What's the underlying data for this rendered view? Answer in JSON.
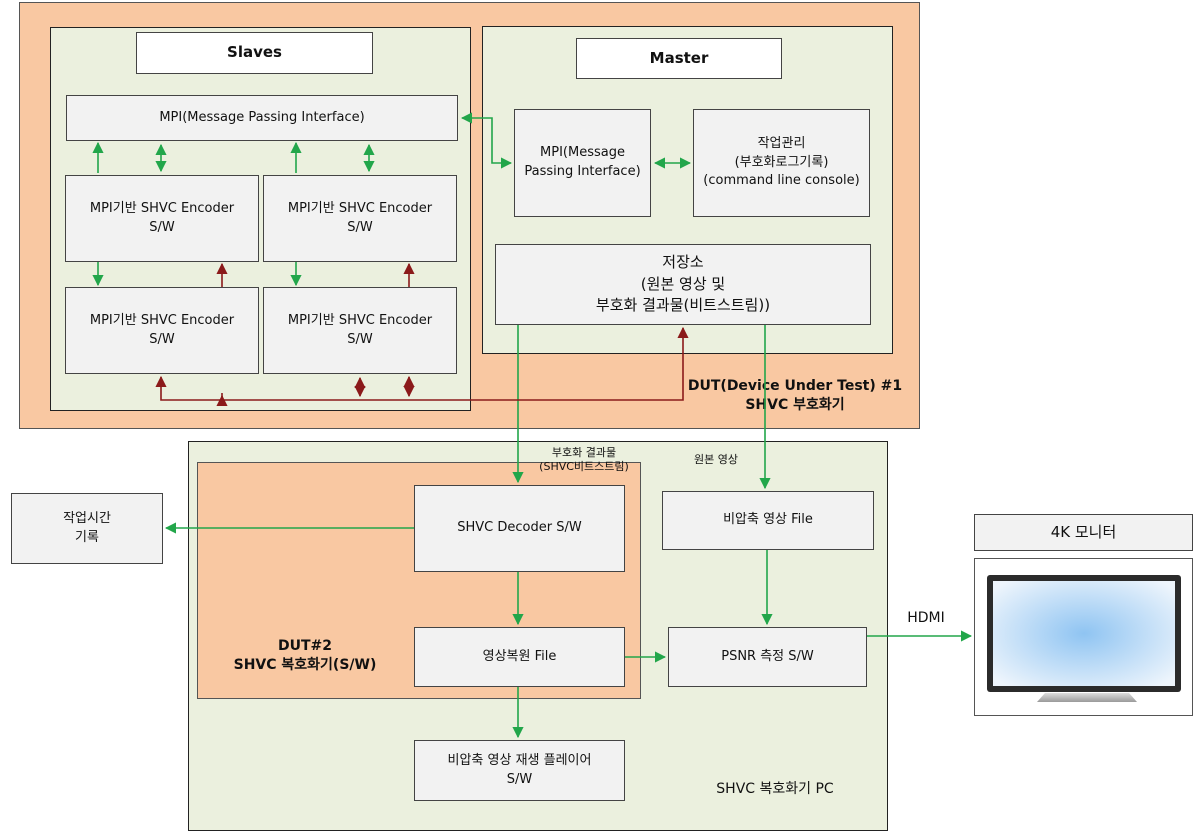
{
  "dut1": {
    "label": "DUT(Device Under Test) #1\nSHVC 부호화기"
  },
  "slaves": {
    "title": "Slaves",
    "mpi": "MPI(Message Passing Interface)",
    "encoder_label": "MPI기반 SHVC Encoder\nS/W"
  },
  "master": {
    "title": "Master",
    "mpi": "MPI(Message\nPassing Interface)",
    "job_mgmt": "작업관리\n(부호화로그기록)\n(command line console)",
    "storage": "저장소\n(원본 영상 및\n부호화 결과물(비트스트림))"
  },
  "pc": {
    "label": "SHVC 복호화기 PC",
    "dut2_label": "DUT#2\nSHVC 복호화기(S/W)",
    "decoder": "SHVC Decoder S/W",
    "restored_file": "영상복원  File",
    "player": "비압축 영상 재생 플레이어\nS/W",
    "raw_file": "비압축 영상 File",
    "psnr": "PSNR 측정 S/W",
    "bitstream_label": "부호화 결과물\n(SHVC비트스트림)",
    "original_label": "원본 영상"
  },
  "job_time": "작업시간\n기록",
  "monitor": {
    "title": "4K 모니터",
    "hdmi": "HDMI"
  },
  "colors": {
    "green_arrow": "#22a64a",
    "red_arrow": "#8b1a1a",
    "orange": "#f9c8a2",
    "green_bg": "#ebf0de"
  }
}
